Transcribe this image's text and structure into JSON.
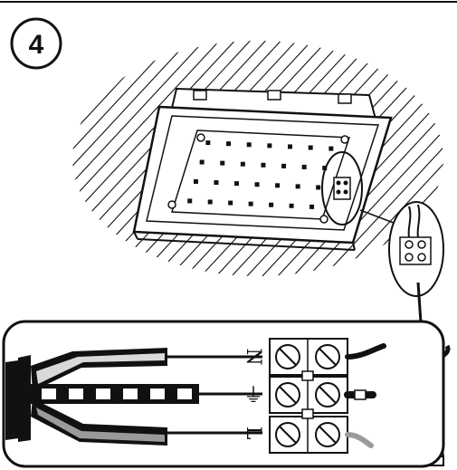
{
  "step": {
    "number": "4"
  },
  "terminals": [
    {
      "label": "N"
    },
    {
      "label": "⏚"
    },
    {
      "label": "L"
    }
  ],
  "colors": {
    "ink": "#111111",
    "neutral_wire": "#d9d9d9",
    "live_wire": "#9a9a9a",
    "earth_jacket": "#111111"
  },
  "icons": [
    "screwdriver-icon",
    "rotation-arrow-icon",
    "earth-symbol-icon"
  ]
}
